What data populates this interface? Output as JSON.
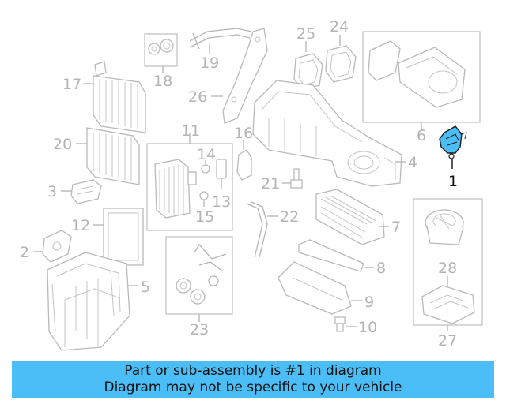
{
  "diagram": {
    "labels": {
      "p1": "1",
      "p2": "2",
      "p3": "3",
      "p4": "4",
      "p5": "5",
      "p6": "6",
      "p7": "7",
      "p8": "8",
      "p9": "9",
      "p10": "10",
      "p11": "11",
      "p12": "12",
      "p13": "13",
      "p14": "14",
      "p15": "15",
      "p16": "16",
      "p17": "17",
      "p18": "18",
      "p19": "19",
      "p20": "20",
      "p21": "21",
      "p22": "22",
      "p23": "23",
      "p24": "24",
      "p25": "25",
      "p26": "26",
      "p27": "27",
      "p28": "28"
    },
    "highlight_color": "#4cbef7"
  },
  "banner": {
    "line1": "Part or sub-assembly is #1 in diagram",
    "line2": "Diagram may not be specific to your vehicle",
    "background": "#4cbef7"
  }
}
